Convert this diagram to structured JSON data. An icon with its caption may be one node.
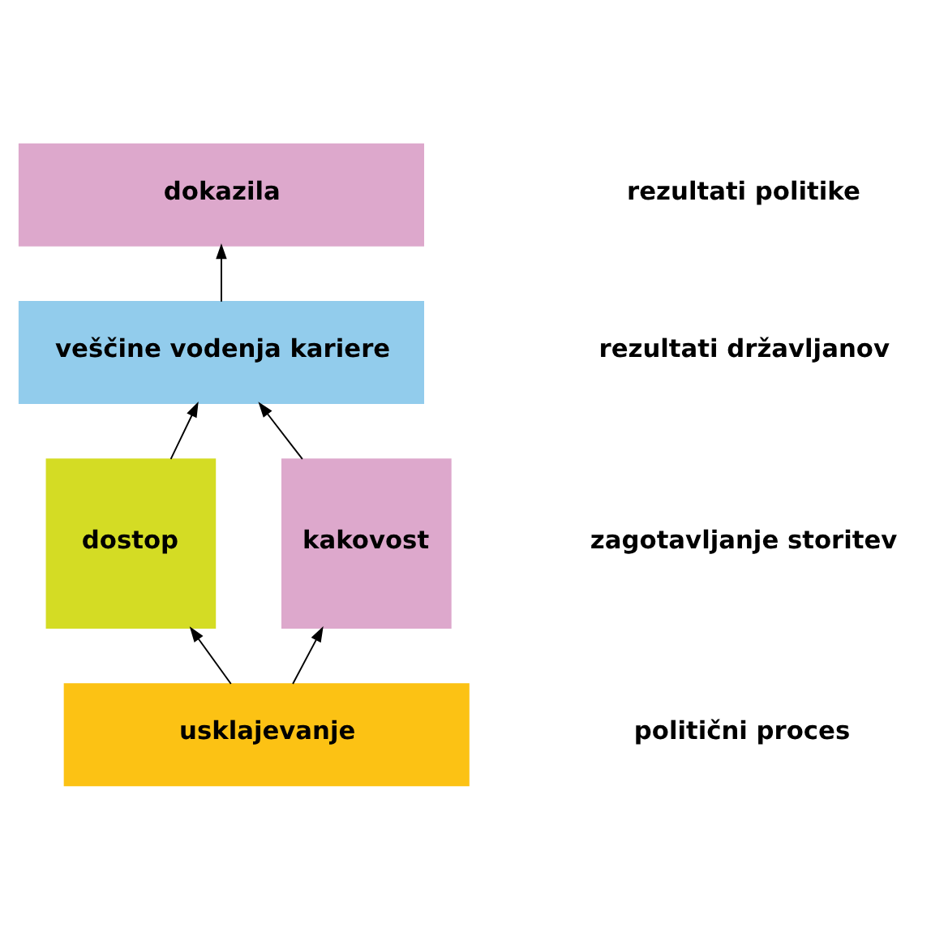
{
  "diagram": {
    "nodes": [
      {
        "text": [
          "dokazila"
        ]
      },
      {
        "text": [
          "veščine vodenja kariere"
        ]
      },
      {
        "text": [
          "dostop"
        ]
      },
      {
        "text": [
          "kakovost"
        ]
      },
      {
        "text": [
          "usklajevanje"
        ]
      }
    ],
    "edges": [
      {
        "from": 1,
        "to": 0,
        "arrow": "to"
      },
      {
        "from": 2,
        "to": 1,
        "arrow": "to"
      },
      {
        "from": 3,
        "to": 1,
        "arrow": "to"
      },
      {
        "from": 4,
        "to": 2,
        "arrow": "to"
      },
      {
        "from": 4,
        "to": 3,
        "arrow": "to"
      }
    ],
    "labels": [
      "rezultati politike",
      "rezultati državljanov",
      "zagotavljanje storitev",
      "politični proces"
    ]
  }
}
